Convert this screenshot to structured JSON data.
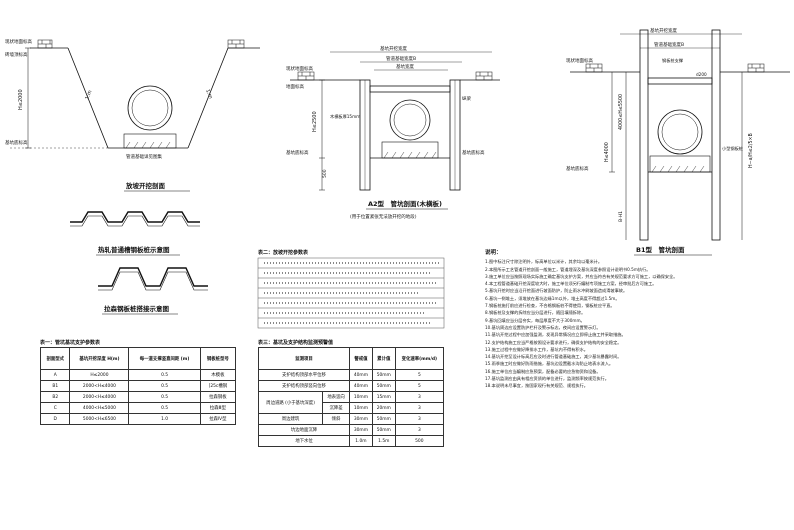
{
  "drawing1": {
    "title": "放坡开挖剖面",
    "labels": [
      "现状地面标高",
      "砖墙顶标高",
      "H≤2000",
      "基坑底标高",
      "管道基础详见图集"
    ],
    "slope_left": "1:m",
    "slope_right": "1:m"
  },
  "drawing2": {
    "title": "A2型　管坑剖面(木横板)",
    "subtitle": "(用于位置紧张无法放开挖的地段)",
    "labels": [
      "基坑开挖宽度",
      "管道基础宽度B",
      "基坑宽度",
      "现状地面标高",
      "地面标高",
      "木横板厚15mm",
      "H≤2500",
      "基坑底标高",
      "基坑底标高",
      "纵梁",
      "500"
    ]
  },
  "drawing3": {
    "title": "B1型　管坑剖面",
    "labels": [
      "基坑开挖宽度",
      "管道基础宽度B",
      "钢板桩支撑",
      "d200",
      "现状地面标高",
      "H≤4000",
      "4000≤H≤5500",
      "小型钢板桩",
      "基坑底标高",
      "B-H1",
      "H−a/H≤2/5×B"
    ]
  },
  "sheet_pile1": {
    "title": "热轧普通槽钢板桩示意图"
  },
  "sheet_pile2": {
    "title": "拉森钢板桩搭接示意图"
  },
  "table1": {
    "caption": "表一：管坑基坑支护参数表",
    "headers": [
      "剖面型式",
      "基坑开挖深度\nH(m)",
      "每一道支撑竖直间距\n(m)",
      "钢板桩型号"
    ],
    "rows": [
      [
        "A",
        "H≤2000",
        "0.5",
        "木模板"
      ],
      [
        "B1",
        "2000<H≤4000",
        "0.5",
        "[25c槽钢"
      ],
      [
        "B2",
        "2000<H≤4000",
        "0.5",
        "拉森钢板"
      ],
      [
        "C",
        "4000<H≤5000",
        "0.5",
        "拉森Ⅲ型"
      ],
      [
        "D",
        "5000<H≤6500",
        "1.0",
        "拉森Ⅳ型"
      ]
    ]
  },
  "table2": {
    "caption": "表二：放坡开挖参数表",
    "rows_count": 7
  },
  "table3": {
    "caption": "表三：基坑及支护结构监测预警值",
    "headers": [
      "监测项目",
      "警戒值",
      "累计值",
      "变化速率(mm/d)"
    ],
    "rows": [
      [
        "支护结构顶部水平位移",
        "40mm",
        "50mm",
        "5"
      ],
      [
        "支护结构顶部竖向位移",
        "40mm",
        "50mm",
        "5"
      ],
      [
        "周边道路\n(小于基坑深度)",
        "地表竖向",
        "10mm",
        "15mm",
        "3"
      ],
      [
        "",
        "沉降差",
        "10mm",
        "20mm",
        "3"
      ],
      [
        "周边建筑",
        "倾斜",
        "30mm",
        "50mm",
        "3"
      ],
      [
        "坑边地面沉降",
        "30mm",
        "50mm",
        "3"
      ],
      [
        "地下水位",
        "1.0m",
        "1.5m",
        "500"
      ]
    ]
  },
  "notes": {
    "title": "说明：",
    "lines": [
      "1.图中标注尺寸除注明外，标高单位以米计，其余均以毫米计。",
      "2.本图所示工艺管道开挖剖面一般施工，管道埋深及基坑深度参照设计说明书0.5m执行。",
      "3.施工单位应当按照现场实际施工确定基坑支护方案，并应当符合有关规范要求方可施工，以确保安全。",
      "4.本工程管道基础开挖深度较大时，施工单位须另行编制专项施工方案，经审批后方可施工。",
      "5.基坑开挖时应当沿开挖面进行坡面防护，防止雨水冲刷坡面造成滑坡事故。",
      "6.基坑一侧堆土，须堆放在基坑边缘1m以外，堆土高度不得超过1.5m。",
      "7.钢板桩施打前应进行检查，不合格钢板桩不得使用，钢板桩应平直。",
      "8.钢板桩及支撑的拆除应当分层进行，随回填随拆除。",
      "9.基坑回填应当分层夯实，每层厚度不大于300mm。",
      "10.基坑周边应设置防护栏杆及警示标志，夜间应设置警示灯。",
      "11.基坑开挖过程中应加强监测，发现异常情况应立即停止施工并采取措施。",
      "12.支护结构施工应当严格按照设计要求进行，确保支护结构的安全稳定。",
      "13.施工过程中应做好降排水工作，基坑内不得有积水。",
      "14.基坑开挖至设计标高后应及时进行管道基础施工，减少基坑暴露时间。",
      "15.雨季施工时应做好防雨措施，基坑边设置截水沟防止地表水流入。",
      "16.施工单位应当编制应急预案，配备必要的应急物资和设备。",
      "17.基坑监测应由具有相应资质的单位进行，监测频率按规范执行。",
      "18.本说明未尽事宜，按国家现行有关规范、规程执行。"
    ]
  }
}
